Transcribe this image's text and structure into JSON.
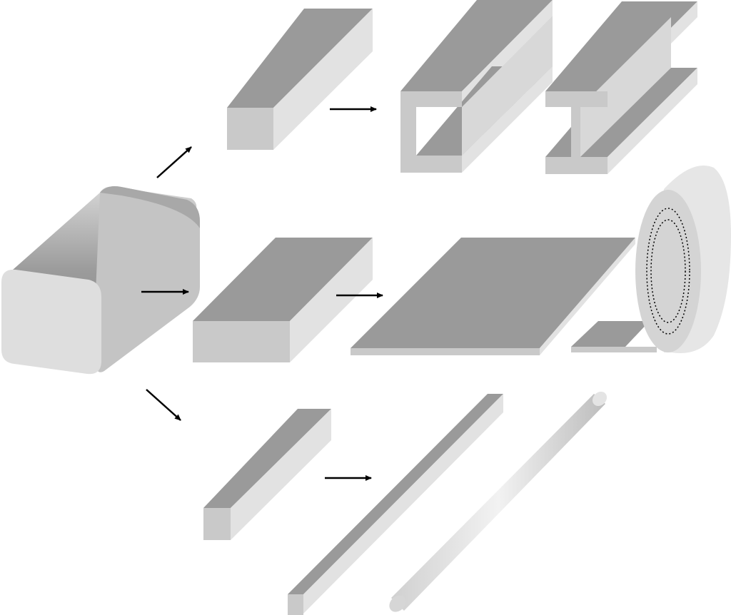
{
  "diagram": {
    "description_free": true,
    "colors": {
      "top_face": "#9a9a9a",
      "side_face": "#e2e2e2",
      "front_face": "#c9c9c9",
      "arrow": "#000000",
      "background": "#ffffff"
    },
    "stages": [
      {
        "name": "ingot",
        "shape": "rounded-block"
      },
      {
        "name": "bloom",
        "shape": "square-bar"
      },
      {
        "name": "structural-shapes",
        "shape": "channel-and-i-beam"
      },
      {
        "name": "slab",
        "shape": "flat-block"
      },
      {
        "name": "plate-and-coil",
        "shape": "sheet-and-roll"
      },
      {
        "name": "billet",
        "shape": "small-square-bar"
      },
      {
        "name": "bar-and-rod",
        "shape": "square-bar-and-round-rod"
      }
    ],
    "arrows": [
      {
        "from": "ingot",
        "to": "bloom"
      },
      {
        "from": "ingot",
        "to": "slab"
      },
      {
        "from": "ingot",
        "to": "billet"
      },
      {
        "from": "bloom",
        "to": "structural-shapes"
      },
      {
        "from": "slab",
        "to": "plate-and-coil"
      },
      {
        "from": "billet",
        "to": "bar-and-rod"
      }
    ]
  }
}
